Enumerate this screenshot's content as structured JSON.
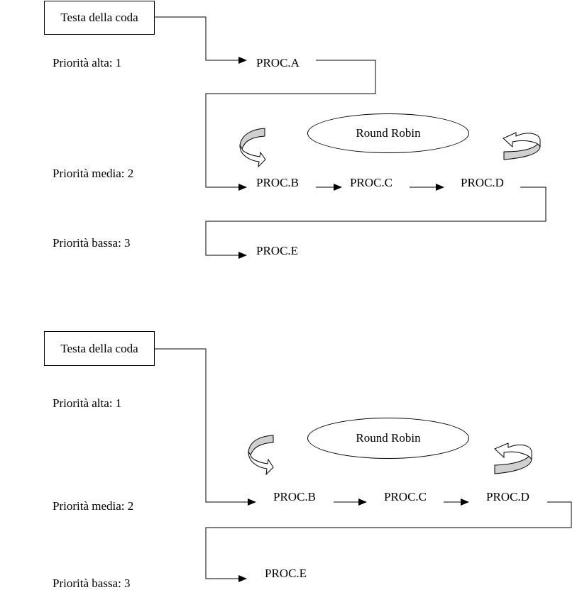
{
  "diagrams": [
    {
      "head": "Testa della coda",
      "priorities": [
        "Priorità alta: 1",
        "Priorità media: 2",
        "Priorità bassa: 3"
      ],
      "round_robin": "Round Robin",
      "procs": [
        "PROC.A",
        "PROC.B",
        "PROC.C",
        "PROC.D",
        "PROC.E"
      ]
    },
    {
      "head": "Testa della coda",
      "priorities": [
        "Priorità alta: 1",
        "Priorità media: 2",
        "Priorità bassa: 3"
      ],
      "round_robin": "Round Robin",
      "procs": [
        "PROC.B",
        "PROC.C",
        "PROC.D",
        "PROC.E"
      ]
    }
  ],
  "colors": {
    "line": "#000000",
    "arrow_fill": "#d0d0d0"
  }
}
